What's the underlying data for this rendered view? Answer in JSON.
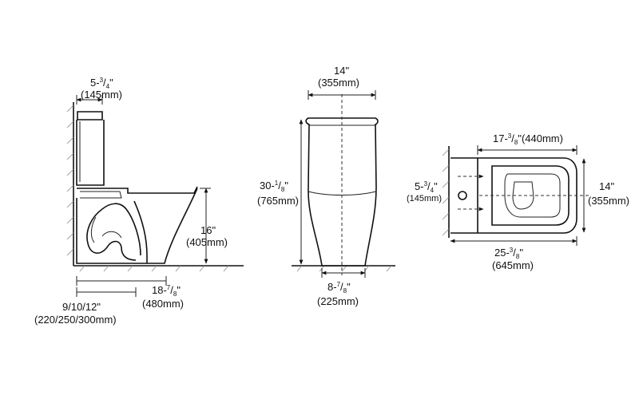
{
  "side_view": {
    "tank_depth": {
      "whole": "5-",
      "num": "3",
      "den": "4",
      "inch": "\"",
      "mm": "(145mm)"
    },
    "seat_height": {
      "inch": "16\"",
      "mm": "(405mm)"
    },
    "depth": {
      "whole": "18-",
      "num": "7",
      "den": "8",
      "inch": "\"",
      "mm": "(480mm)"
    },
    "rough_in": {
      "inch": "9/10/12\"",
      "mm": "(220/250/300mm)"
    }
  },
  "front_view": {
    "width": {
      "inch": "14\"",
      "mm": "(355mm)"
    },
    "height": {
      "whole": "30-",
      "num": "1",
      "den": "8",
      "inch": "\"",
      "mm": "(765mm)"
    },
    "base_width": {
      "whole": "8-",
      "num": "7",
      "den": "8",
      "inch": "\"",
      "mm": "(225mm)"
    }
  },
  "top_view": {
    "bowl_length": {
      "whole": "17-",
      "num": "3",
      "den": "8",
      "rest": "\"(440mm)"
    },
    "tank_depth": {
      "whole": "5-",
      "num": "3",
      "den": "4",
      "inch": "\"",
      "mm": "(145mm)"
    },
    "width": {
      "inch": "14\"",
      "mm": "(355mm)"
    },
    "total_length": {
      "whole": "25-",
      "num": "3",
      "den": "8",
      "inch": "\"",
      "mm": "(645mm)"
    }
  }
}
